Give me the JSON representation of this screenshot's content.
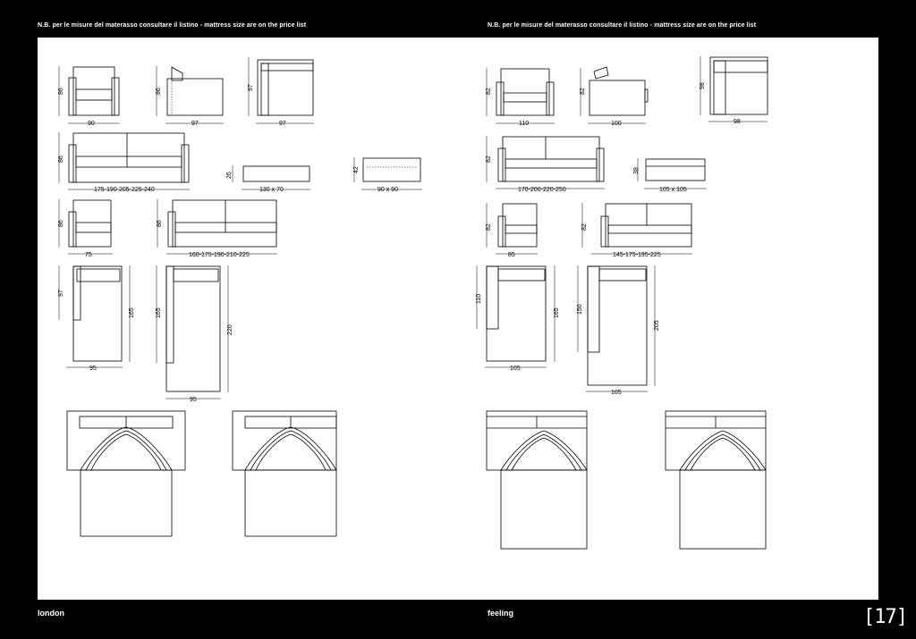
{
  "header": {
    "left_note": "N.B. per le misure del materasso consultare il listino - mattress size are on the price list",
    "right_note": "N.B. per le misure del materasso consultare il listino - mattress size are on the price list"
  },
  "footer": {
    "left_model": "london",
    "right_model": "feeling",
    "page_number": "[17]"
  },
  "london": {
    "dims": {
      "h86a": "86",
      "w90": "90",
      "h86b": "86",
      "w97a": "97",
      "h97": "97",
      "w97b": "97",
      "h86c": "86",
      "w_sofa": "175-190-205-225-240",
      "h26": "26",
      "w130": "130 x 70",
      "h42": "42",
      "w90x90": "90 x 90",
      "h86d": "86",
      "w75": "75",
      "h86e": "86",
      "w_corner": "160-175-190-210-225",
      "h97b": "97",
      "h165a": "165",
      "w95a": "95",
      "h165b": "165",
      "h220": "220",
      "w95b": "95"
    }
  },
  "feeling": {
    "dims": {
      "h82a": "82",
      "w110": "110",
      "h82b": "82",
      "w100": "100",
      "h98": "98",
      "w98": "98",
      "h82c": "82",
      "w_sofa": "170-200-220-250",
      "h38": "38",
      "w105x105": "105 x 105",
      "h82d": "82",
      "w85": "85",
      "h82e": "82",
      "w_corner": "145-175-195-225",
      "h110": "110",
      "h165": "165",
      "w105a": "105",
      "h150": "150",
      "h205": "205",
      "w105b": "105"
    }
  }
}
